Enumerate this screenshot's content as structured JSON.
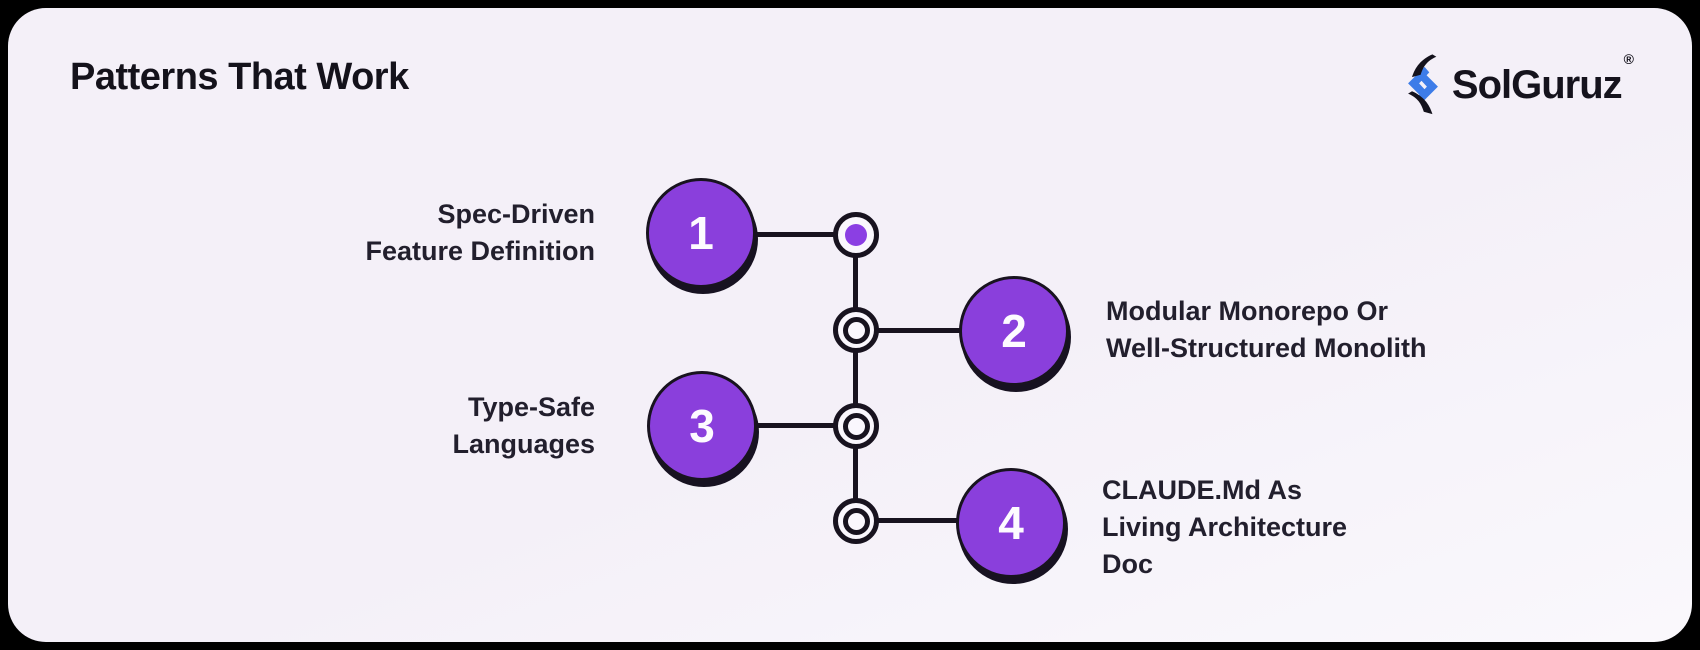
{
  "page": {
    "title": "Patterns That Work"
  },
  "brand": {
    "name": "SolGuruz",
    "registered": "®",
    "icon": "solguruz-bolt-icon",
    "icon_blue": "#3d7ce8",
    "icon_black": "#14121c"
  },
  "steps": [
    {
      "number": "1",
      "label": "Spec-Driven\nFeature Definition",
      "side": "left"
    },
    {
      "number": "2",
      "label": "Modular Monorepo Or\nWell-Structured Monolith",
      "side": "right"
    },
    {
      "number": "3",
      "label": "Type-Safe\nLanguages",
      "side": "left"
    },
    {
      "number": "4",
      "label": "CLAUDE.Md As\nLiving Architecture\nDoc",
      "side": "right"
    }
  ],
  "colors": {
    "accent_purple": "#8a3fdc",
    "dot_purple": "#8b3fe3",
    "outline": "#18131f",
    "card_background": "#f4f0f8",
    "frame_background": "#000000",
    "text": "#14121b",
    "number_text": "#fdfbff"
  }
}
